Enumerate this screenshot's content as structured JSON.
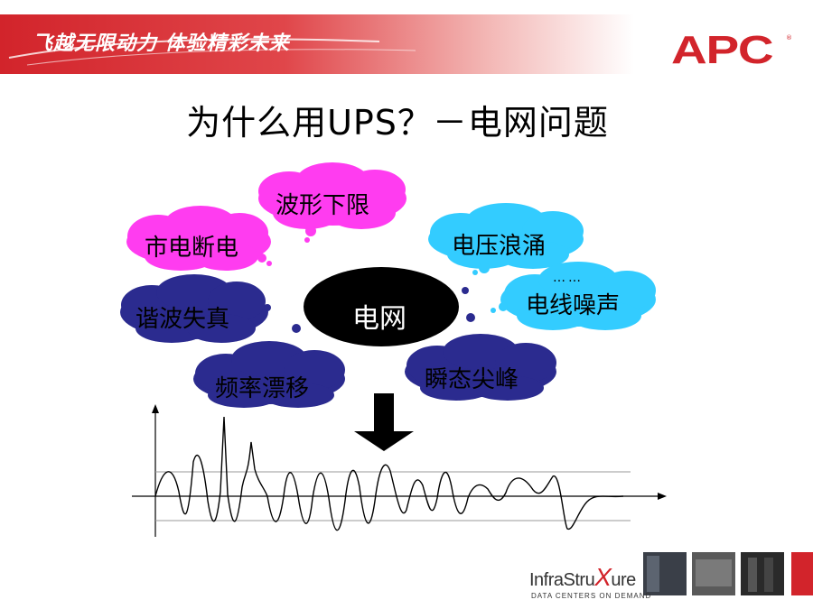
{
  "header": {
    "slogan": "飞越无限动力 体验精彩未来",
    "logo": "APC",
    "logo_mark": "®"
  },
  "title": "为什么用UPS？－电网问题",
  "diagram": {
    "center": "电网",
    "clouds": [
      {
        "label": "波形下限",
        "color": "#ff3cf0"
      },
      {
        "label": "市电断电",
        "color": "#ff3cf0"
      },
      {
        "label": "电压浪涌",
        "color": "#33ccff"
      },
      {
        "label": "电线噪声",
        "color": "#33ccff"
      },
      {
        "label": "谐波失真",
        "color": "#2b2b8f"
      },
      {
        "label": "频率漂移",
        "color": "#2b2b8f"
      },
      {
        "label": "瞬态尖峰",
        "color": "#2b2b8f"
      }
    ],
    "noise_marks": "……"
  },
  "footer": {
    "brand_prefix": "InfraStru",
    "brand_x": "X",
    "brand_suffix": "ure",
    "tagline": "DATA CENTERS ON DEMAND"
  },
  "colors": {
    "accent_red": "#d2242b",
    "magenta": "#ff3cf0",
    "cyan": "#33ccff",
    "navy": "#2b2b8f"
  }
}
